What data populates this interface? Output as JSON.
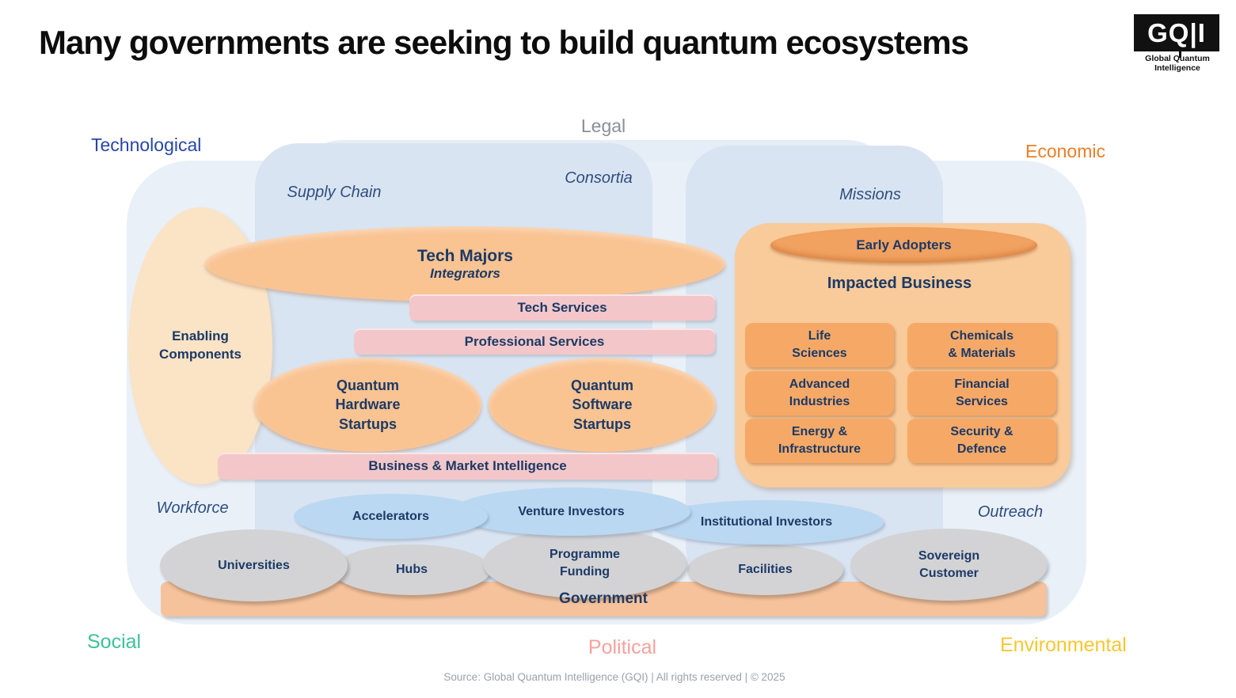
{
  "title": "Many governments are seeking to build quantum ecosystems",
  "logo": {
    "acronym": "GQ|I",
    "caption": "Global Quantum Intelligence"
  },
  "outer_labels": {
    "technological": "Technological",
    "legal": "Legal",
    "economic": "Economic",
    "social": "Social",
    "political": "Political",
    "environmental": "Environmental"
  },
  "region_labels": {
    "supply_chain": "Supply Chain",
    "consortia": "Consortia",
    "missions": "Missions",
    "workforce": "Workforce",
    "outreach": "Outreach"
  },
  "nodes": {
    "enabling_components": "Enabling\nComponents",
    "tech_majors": {
      "title": "Tech Majors",
      "subtitle": "Integrators"
    },
    "tech_services": "Tech Services",
    "professional_services": "Professional Services",
    "quantum_hardware_startups": "Quantum\nHardware\nStartups",
    "quantum_software_startups": "Quantum\nSoftware\nStartups",
    "business_market_intelligence": "Business & Market Intelligence",
    "government": "Government"
  },
  "impacted": {
    "early_adopters": "Early Adopters",
    "heading": "Impacted Business",
    "sectors": [
      "Life\nSciences",
      "Chemicals\n& Materials",
      "Advanced\nIndustries",
      "Financial\nServices",
      "Energy &\nInfrastructure",
      "Security &\nDefence"
    ]
  },
  "investors": {
    "accelerators": "Accelerators",
    "venture_investors": "Venture Investors",
    "institutional_investors": "Institutional Investors"
  },
  "public_infrastructure": {
    "universities": "Universities",
    "hubs": "Hubs",
    "programme_funding": "Programme\nFunding",
    "facilities": "Facilities",
    "sovereign_customer": "Sovereign\nCustomer"
  },
  "source": "Source: Global Quantum Intelligence (GQI) | All rights reserved | © 2025",
  "colors": {
    "technological": "#2746A8",
    "legal": "#8A8F98",
    "economic": "#F07D26",
    "social": "#3EC19A",
    "political": "#F5A29D",
    "environmental": "#F7C731",
    "background_outer": "#E9F0F8",
    "background_band": "#D9E4F2",
    "orange_node": "#F9C392",
    "orange_panel": "#F9CA9A",
    "orange_box": "#F6A967",
    "orange_dark_ellipse": "#F1A160",
    "pink_bar": "#F3C7C9",
    "blue_ellipse": "#BAD8F1",
    "gray_ellipse": "#D3D3D5",
    "government_bar": "#F6C29B",
    "text_navy": "#1C3A66"
  }
}
